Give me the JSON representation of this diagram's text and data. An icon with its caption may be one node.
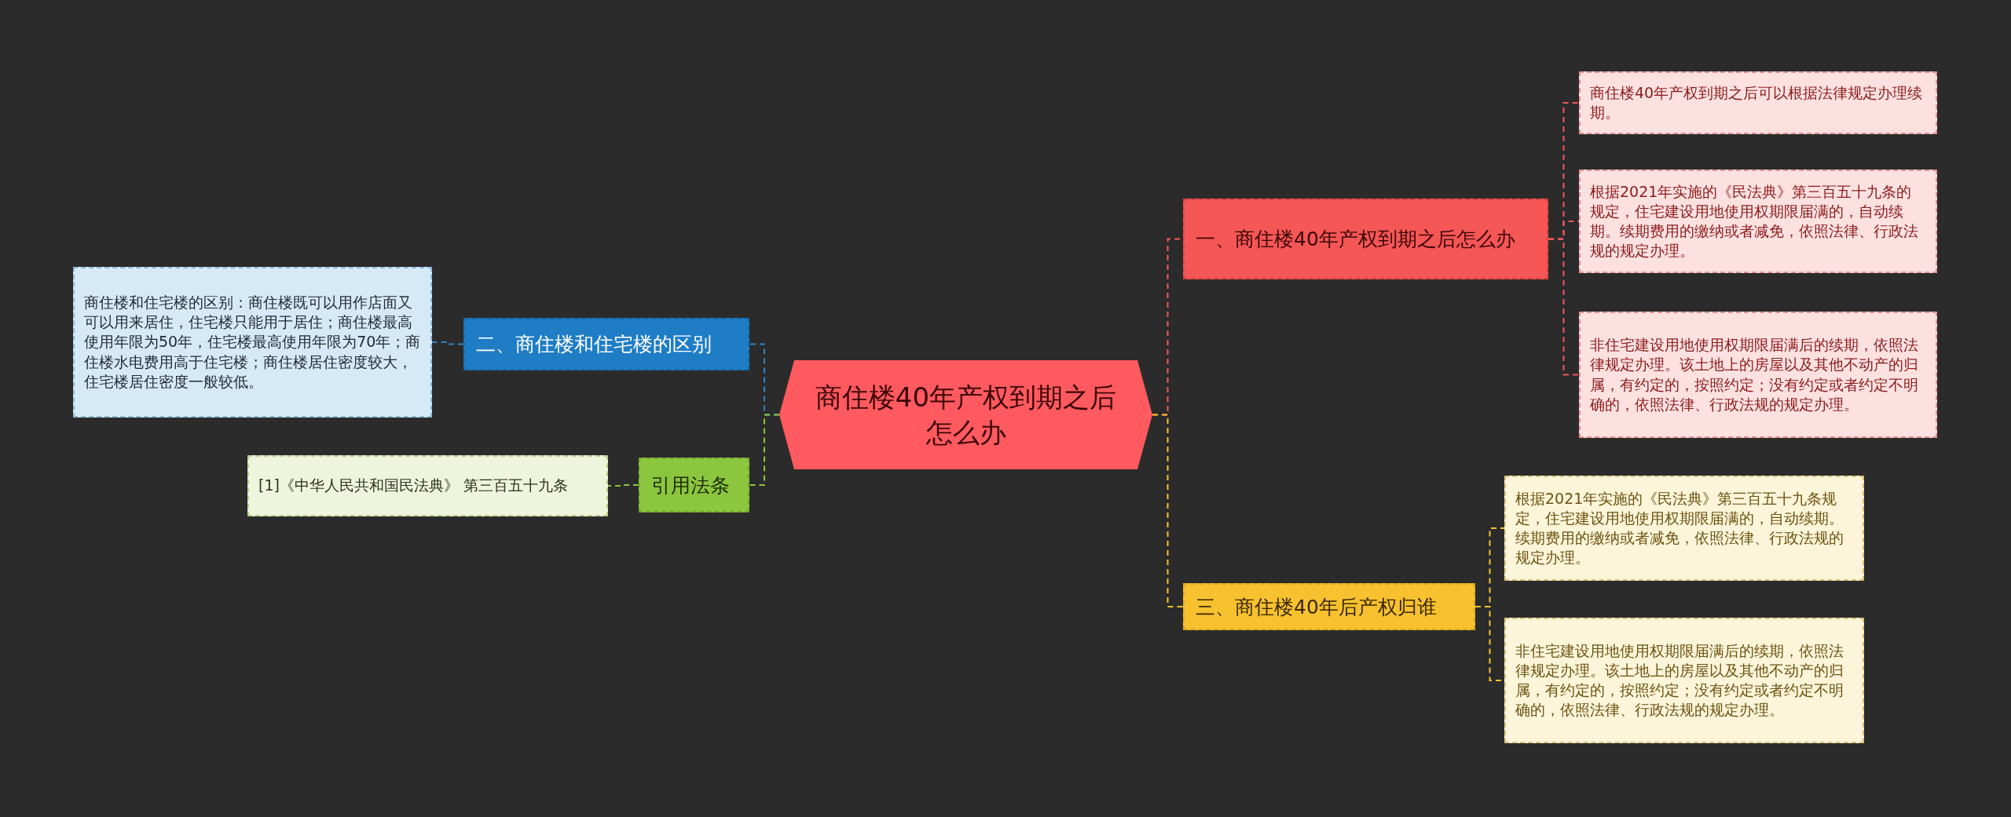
{
  "diagram": {
    "nodes": [
      {
        "text": [
          "商住楼40年产权到期之后怎么办"
        ]
      },
      {
        "text": [
          "一、商住楼40年产权到期之后怎么办"
        ]
      },
      {
        "text": [
          "商住楼40年产权到期之后可以根据法律规定办理续期。"
        ]
      },
      {
        "text": [
          "根据2021年实施的《民法典》第三百五十九条的规定，住宅建设用地使用权期限届满的，自动续期。续期费用的缴纳或者减免，依照法律、行政法规的规定办理。"
        ]
      },
      {
        "text": [
          "非住宅建设用地使用权期限届满后的续期，依照法律规定办理。该土地上的房屋以及其他不动产的归属，有约定的，按照约定；没有约定或者约定不明确的，依照法律、行政法规的规定办理。"
        ]
      },
      {
        "text": [
          "三、商住楼40年后产权归谁"
        ]
      },
      {
        "text": [
          "根据2021年实施的《民法典》第三百五十九条规定，住宅建设用地使用权期限届满的，自动续期。续期费用的缴纳或者减免，依照法律、行政法规的规定办理。"
        ]
      },
      {
        "text": [
          "非住宅建设用地使用权期限届满后的续期，依照法律规定办理。该土地上的房屋以及其他不动产的归属，有约定的，按照约定；没有约定或者约定不明确的，依照法律、行政法规的规定办理。"
        ]
      },
      {
        "text": [
          "二、商住楼和住宅楼的区别"
        ]
      },
      {
        "text": [
          "商住楼和住宅楼的区别：商住楼既可以用作店面又可以用来居住，住宅楼只能用于居住；商住楼最高使用年限为50年，住宅楼最高使用年限为70年；商住楼水电费用高于住宅楼；商住楼居住密度较大，住宅楼居住密度一般较低。"
        ]
      },
      {
        "text": [
          "引用法条"
        ]
      },
      {
        "text": [
          "[1]《中华人民共和国民法典》 第三百五十九条"
        ]
      }
    ],
    "edges": [
      {
        "from": 0,
        "to": 1,
        "arrow": "none",
        "color": "#f0595e"
      },
      {
        "from": 1,
        "to": 2,
        "arrow": "none",
        "color": "#f0595e"
      },
      {
        "from": 1,
        "to": 3,
        "arrow": "none",
        "color": "#f0595e"
      },
      {
        "from": 1,
        "to": 4,
        "arrow": "none",
        "color": "#f0595e"
      },
      {
        "from": 0,
        "to": 5,
        "arrow": "none",
        "color": "#f7c12f"
      },
      {
        "from": 5,
        "to": 6,
        "arrow": "none",
        "color": "#f7c12f"
      },
      {
        "from": 5,
        "to": 7,
        "arrow": "none",
        "color": "#f7c12f"
      },
      {
        "from": 0,
        "to": 8,
        "arrow": "none",
        "color": "#2f86c9"
      },
      {
        "from": 8,
        "to": 9,
        "arrow": "none",
        "color": "#2f86c9"
      },
      {
        "from": 0,
        "to": 10,
        "arrow": "none",
        "color": "#8cc63f"
      },
      {
        "from": 10,
        "to": 11,
        "arrow": "none",
        "color": "#8cc63f"
      }
    ]
  }
}
